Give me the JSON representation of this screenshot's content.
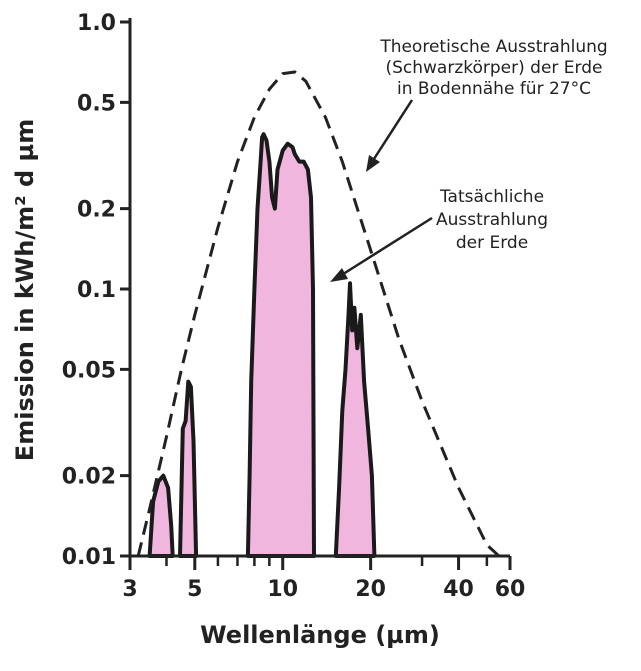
{
  "chart_data": {
    "type": "area",
    "title": "",
    "xlabel": "Wellenlänge (µm)",
    "ylabel": "Emission in kWh/m² d  µm",
    "x_scale": "log",
    "y_scale": "log",
    "xlim": [
      3,
      60
    ],
    "ylim": [
      0.01,
      1.0
    ],
    "x_ticks": [
      {
        "value": 3,
        "label": "3"
      },
      {
        "value": 5,
        "label": "5"
      },
      {
        "value": 10,
        "label": "10"
      },
      {
        "value": 20,
        "label": "20"
      },
      {
        "value": 40,
        "label": "40"
      },
      {
        "value": 60,
        "label": "60"
      }
    ],
    "x_minor_ticks": [
      4,
      6,
      7,
      8,
      9,
      30,
      50
    ],
    "y_ticks": [
      {
        "value": 0.01,
        "label": "0.01"
      },
      {
        "value": 0.02,
        "label": "0.02"
      },
      {
        "value": 0.05,
        "label": "0.05"
      },
      {
        "value": 0.1,
        "label": "0.1"
      },
      {
        "value": 0.2,
        "label": "0.2"
      },
      {
        "value": 0.5,
        "label": "0.5"
      },
      {
        "value": 1.0,
        "label": "1.0"
      }
    ],
    "grid": false,
    "series": [
      {
        "name": "Theoretische Ausstrahlung (Schwarzkörper) der Erde in Bodennähe für 27°C",
        "style": "dashed",
        "color": "#222222",
        "x": [
          3.2,
          3.5,
          4,
          4.5,
          5,
          6,
          7,
          8,
          9,
          10,
          11,
          12,
          14,
          16,
          20,
          25,
          30,
          40,
          50,
          55
        ],
        "y": [
          0.01,
          0.015,
          0.028,
          0.05,
          0.08,
          0.17,
          0.3,
          0.44,
          0.56,
          0.64,
          0.65,
          0.6,
          0.44,
          0.3,
          0.14,
          0.065,
          0.038,
          0.018,
          0.011,
          0.01
        ]
      },
      {
        "name": "Tatsächliche Ausstrahlung der Erde",
        "style": "filled",
        "color": "#f0b6de",
        "segments": [
          {
            "x": [
              3.5,
              3.6,
              3.75,
              3.9,
              4.05,
              4.15,
              4.2
            ],
            "y": [
              0.01,
              0.016,
              0.019,
              0.02,
              0.018,
              0.013,
              0.01
            ]
          },
          {
            "x": [
              4.45,
              4.55,
              4.65,
              4.75,
              4.85,
              4.95,
              5.05
            ],
            "y": [
              0.01,
              0.03,
              0.032,
              0.045,
              0.043,
              0.027,
              0.01
            ]
          },
          {
            "x": [
              7.6,
              7.7,
              7.8,
              8.0,
              8.2,
              8.4,
              8.5,
              8.6,
              8.8,
              9.0,
              9.2,
              9.4,
              9.6,
              10.0,
              10.4,
              10.8,
              11.0,
              11.4,
              11.8,
              12.2,
              12.5,
              12.7,
              12.8
            ],
            "y": [
              0.01,
              0.02,
              0.045,
              0.1,
              0.2,
              0.3,
              0.37,
              0.38,
              0.36,
              0.3,
              0.22,
              0.2,
              0.28,
              0.33,
              0.35,
              0.34,
              0.32,
              0.3,
              0.3,
              0.28,
              0.22,
              0.1,
              0.01
            ]
          },
          {
            "x": [
              15.2,
              15.6,
              16.0,
              16.4,
              16.8,
              17.0,
              17.3,
              17.6,
              18.0,
              18.5,
              19.0,
              19.6,
              20.2,
              20.6
            ],
            "y": [
              0.01,
              0.018,
              0.035,
              0.05,
              0.08,
              0.105,
              0.07,
              0.085,
              0.06,
              0.08,
              0.045,
              0.03,
              0.02,
              0.01
            ]
          }
        ]
      }
    ],
    "annotations": [
      {
        "lines": [
          "Theoretische Ausstrahlung",
          "(Schwarzkörper) der Erde",
          "in Bodennähe für 27°C"
        ],
        "points_to": "Theoretische Ausstrahlung (Schwarzkörper) der Erde in Bodennähe für 27°C"
      },
      {
        "lines": [
          "Tatsächliche",
          "Ausstrahlung",
          "der Erde"
        ],
        "points_to": "Tatsächliche Ausstrahlung der Erde"
      }
    ]
  }
}
